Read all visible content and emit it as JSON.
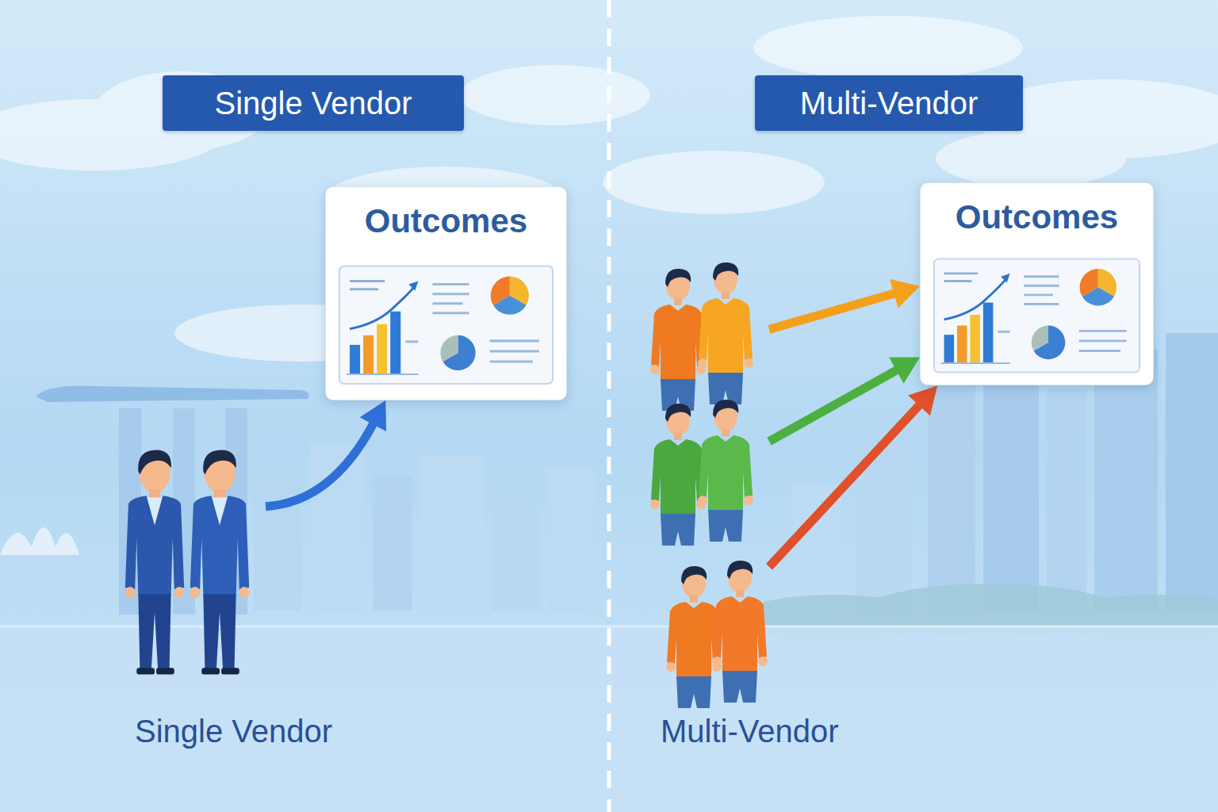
{
  "diagram": {
    "nodes": [
      {
        "text": [
          "Single Vendor"
        ]
      },
      {
        "text": [
          "Outcomes"
        ]
      },
      {
        "text": [
          "Single Vendor"
        ]
      },
      {
        "text": [
          "Multi-Vendor"
        ]
      },
      {
        "text": [
          "Outcomes"
        ]
      },
      {
        "text": [
          "Multi-Vendor"
        ]
      }
    ],
    "edges": [
      {
        "from": 2,
        "to": 1,
        "arrow": "to"
      },
      {
        "from": 5,
        "to": 4,
        "arrow": "to"
      },
      {
        "from": 5,
        "to": 4,
        "arrow": "to"
      },
      {
        "from": 5,
        "to": 4,
        "arrow": "to"
      }
    ]
  }
}
